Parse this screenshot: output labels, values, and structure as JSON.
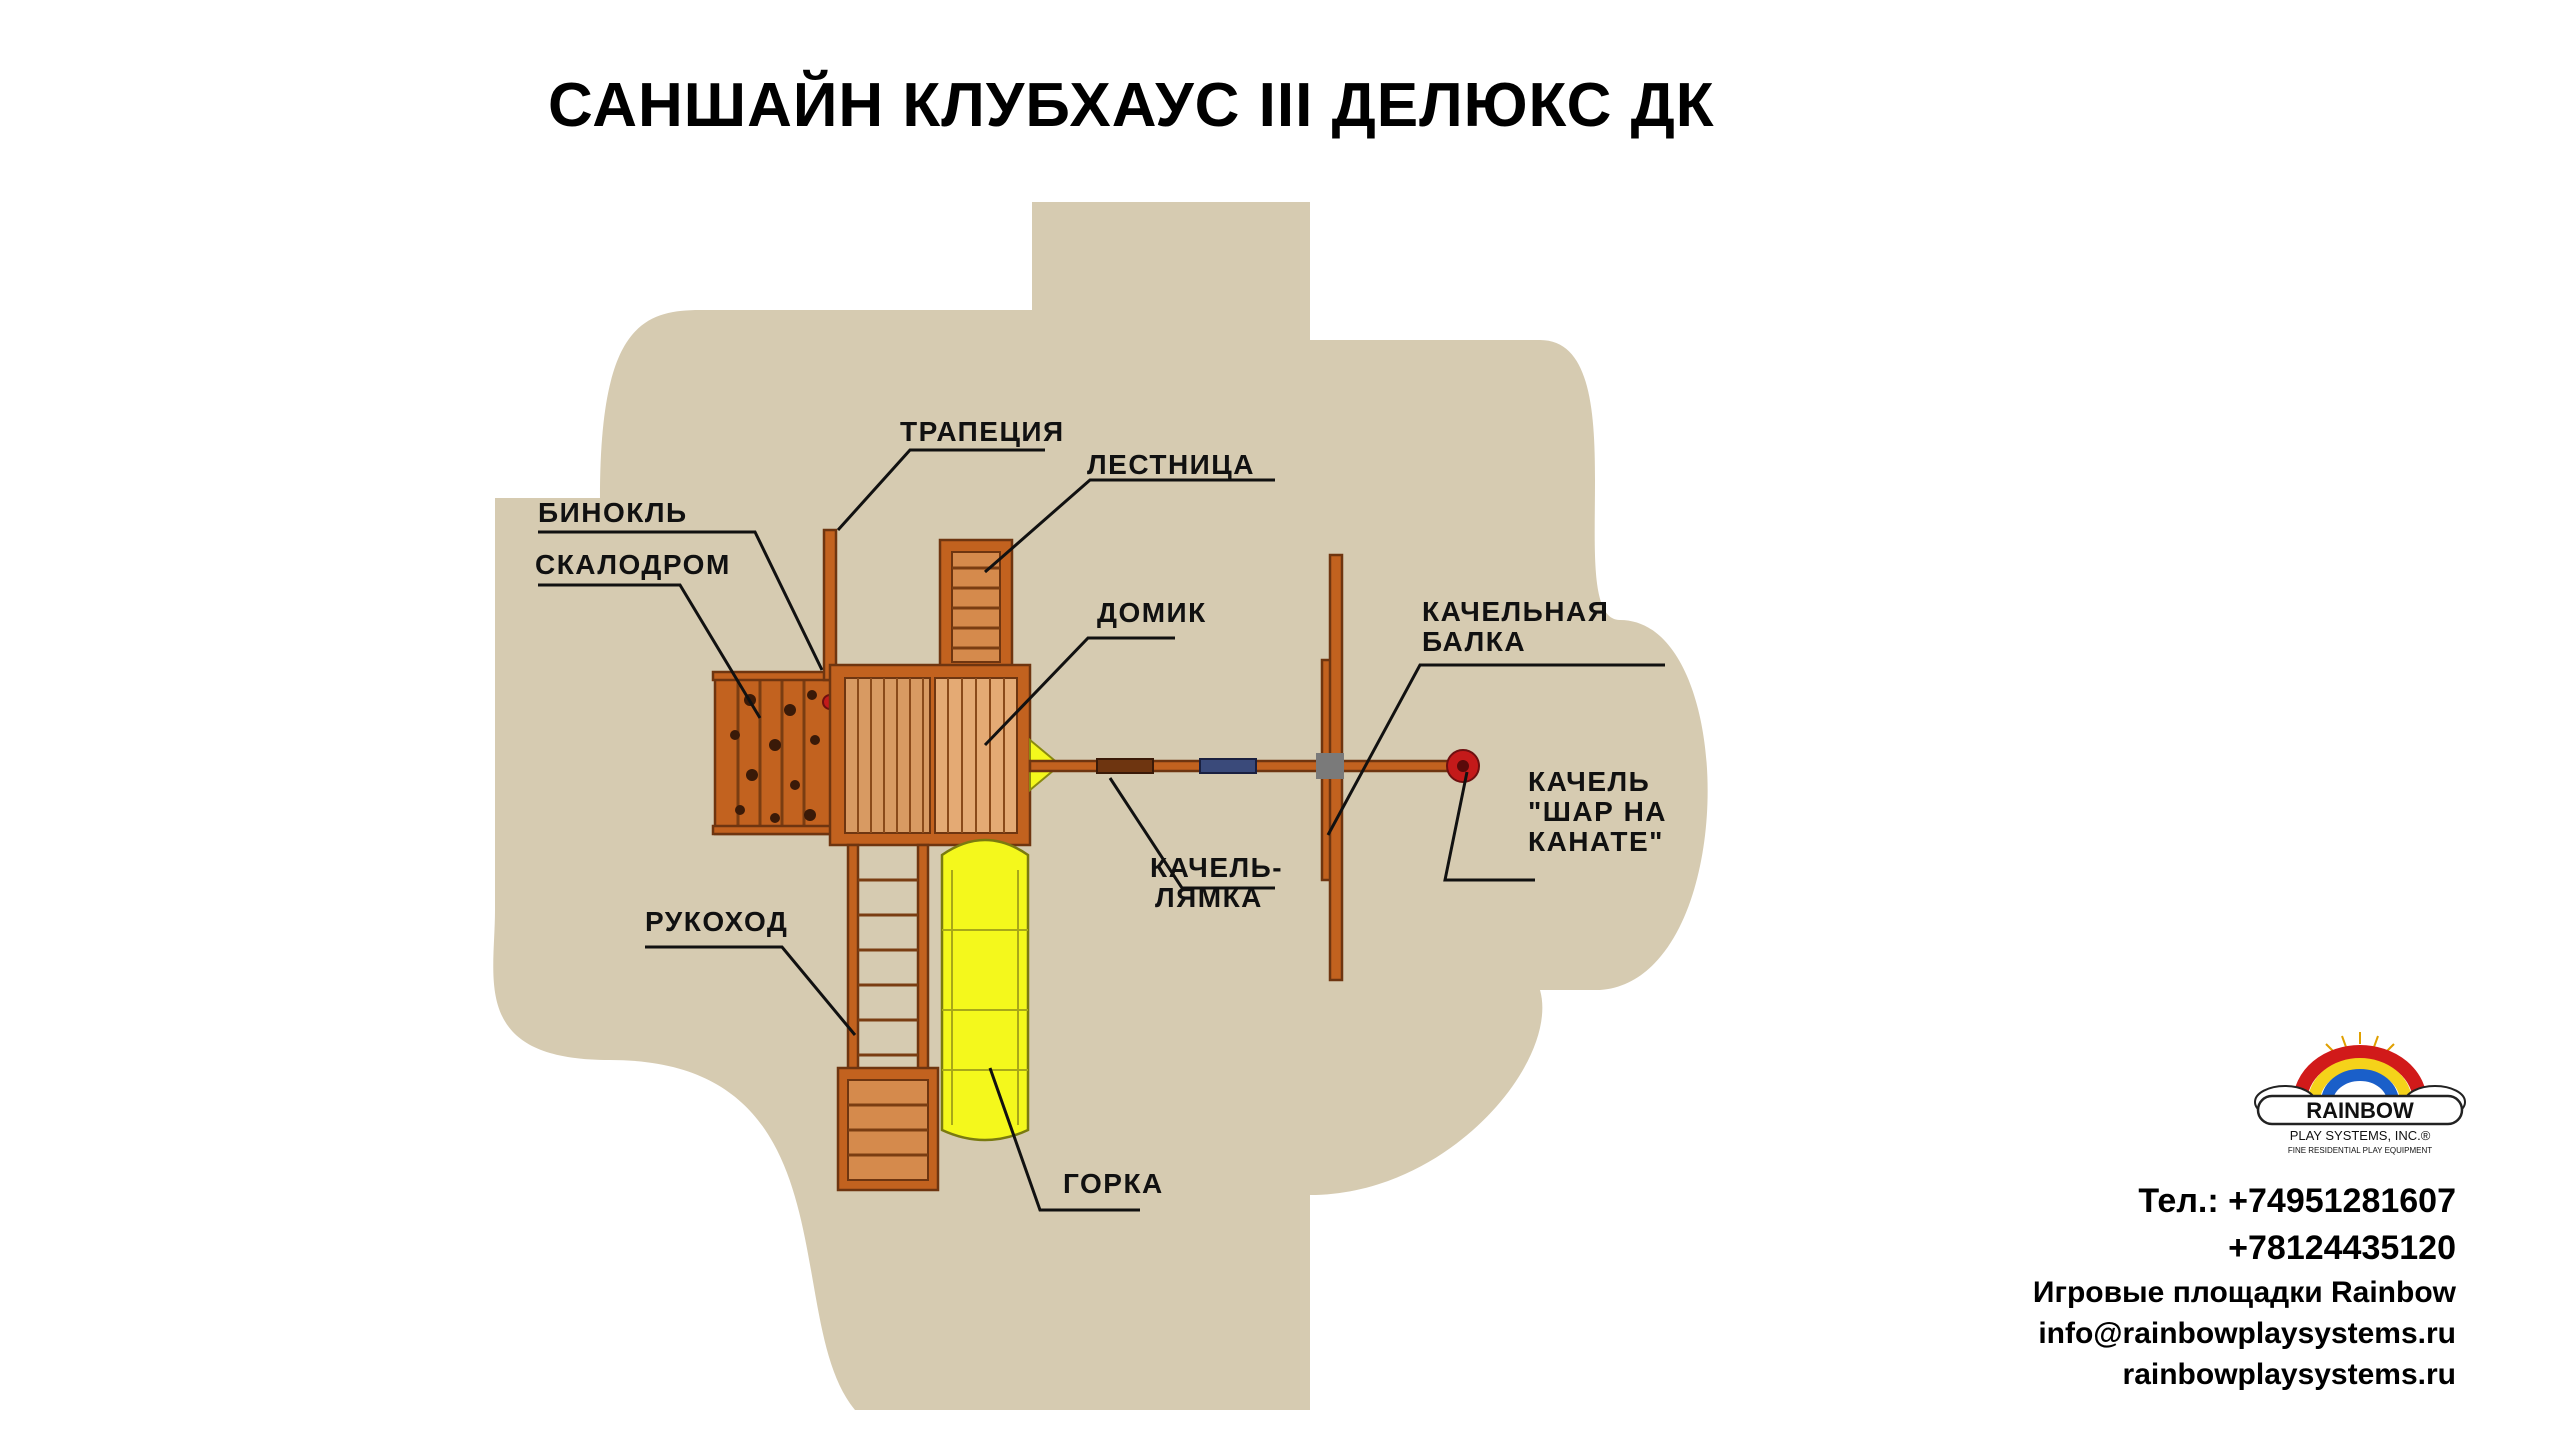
{
  "title": "САНШАЙН КЛУБХАУС III ДЕЛЮКС ДК",
  "labels": {
    "trapeze": "ТРАПЕЦИЯ",
    "ladder": "ЛЕСТНИЦА",
    "binoculars": "БИНОКЛЬ",
    "climbing_wall": "СКАЛОДРОМ",
    "house": "ДОМИК",
    "swing_beam_1": "КАЧЕЛЬНАЯ",
    "swing_beam_2": "БАЛКА",
    "ball_swing_1": "КАЧЕЛЬ",
    "ball_swing_2": "\"ШАР НА",
    "ball_swing_3": "КАНАТЕ\"",
    "belt_swing_1": "КАЧЕЛЬ-",
    "belt_swing_2": "ЛЯМКА",
    "monkey_bars": "РУКОХОД",
    "slide": "ГОРКА"
  },
  "logo": {
    "brand": "RAINBOW",
    "subtitle": "PLAY SYSTEMS, INC.®",
    "tagline": "FINE RESIDENTIAL PLAY EQUIPMENT"
  },
  "contacts": {
    "phone_1": "Тел.: +74951281607",
    "phone_2": "+78124435120",
    "company": "Игровые площадки Rainbow",
    "email": "info@rainbowplaysystems.ru",
    "site": "rainbowplaysystems.ru"
  },
  "colors": {
    "ground": "#d6cbb1",
    "wood": "#c2621f",
    "slide": "#f4f81c",
    "ball_swing": "#c41a1a"
  }
}
